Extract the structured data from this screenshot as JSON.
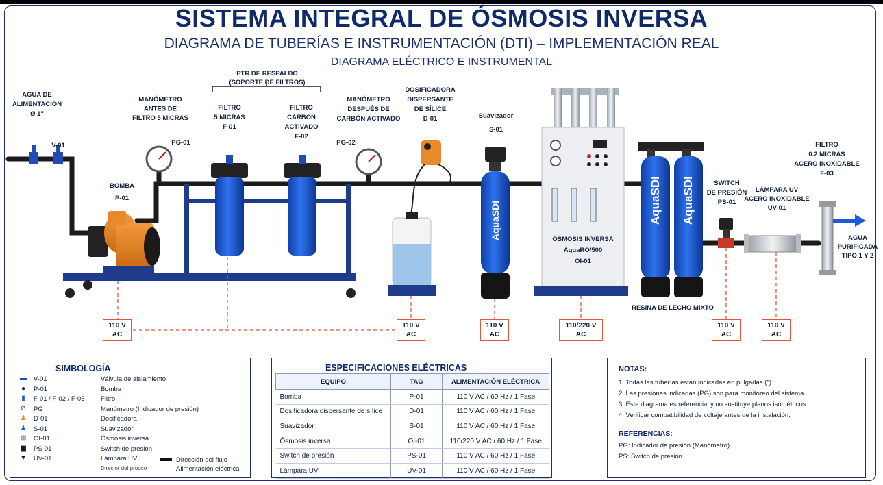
{
  "header": {
    "title": "SISTEMA INTEGRAL DE ÓSMOSIS INVERSA",
    "subtitle": "DIAGRAMA DE TUBERÍAS E INSTRUMENTACIÓN (DTI) – IMPLEMENTACIÓN REAL",
    "subtitle2": "DIAGRAMA ELÉCTRICO E INSTRUMENTAL"
  },
  "labels": {
    "feed": [
      "AGUA DE",
      "ALIMENTACIÓN",
      "Ø 1\""
    ],
    "valve": "V-01",
    "pump": [
      "BOMBA",
      "P-01"
    ],
    "pg01": [
      "MANÓMETRO",
      "ANTES DE",
      "FILTRO 5 MICRAS"
    ],
    "pg01_tag": "PG-01",
    "ptr": [
      "PTR DE RESPALDO",
      "(SOPORTE DE FILTROS)"
    ],
    "f01": [
      "FILTRO",
      "5 MICRAS",
      "F-01"
    ],
    "f02": [
      "FILTRO",
      "CARBÓN",
      "ACTIVADO",
      "F-02"
    ],
    "pg02": [
      "MANÓMETRO",
      "DESPUÉS DE",
      "CARBÓN ACTIVADO"
    ],
    "pg02_tag": "PG-02",
    "d01": [
      "DOSIFICADORA",
      "DISPERSANTE",
      "DE SÍLICE",
      "D-01"
    ],
    "s01": [
      "Suavizador",
      "S-01"
    ],
    "ro": [
      "ÓSMOSIS INVERSA",
      "AquaRO/500",
      "OI-01"
    ],
    "resin": "RESINA DE LECHO MIXTO",
    "ps01": [
      "SWITCH",
      "DE PRESIÓN",
      "PS-01"
    ],
    "uv01": [
      "LÁMPARA UV",
      "ACERO INOXIDABLE",
      "UV-01"
    ],
    "f03": [
      "FILTRO",
      "0.2 MICRAS",
      "ACERO INOXIDABLE",
      "F-03"
    ],
    "out": [
      "AGUA",
      "PURIFICADA",
      "TIPO 1 Y 2"
    ],
    "brand": "AquaSDI"
  },
  "power": {
    "p1": [
      "110 V",
      "AC"
    ],
    "p2": [
      "110 V",
      "AC"
    ],
    "p3": [
      "110 V",
      "AC"
    ],
    "p4": [
      "110/220 V",
      "AC"
    ],
    "p5": [
      "110 V",
      "AC"
    ],
    "p6": [
      "110 V",
      "AC"
    ]
  },
  "symbology": {
    "title": "SIMBOLOGÍA",
    "items": [
      {
        "tag": "V-01",
        "desc": "Válvula de aislamiento"
      },
      {
        "tag": "P-01",
        "desc": "Bomba"
      },
      {
        "tag": "F-01 / F-02 / F-03",
        "desc": "Filtro"
      },
      {
        "tag": "PG",
        "desc": "Manómetro (Indicador de presión)"
      },
      {
        "tag": "D-01",
        "desc": "Dosificadora"
      },
      {
        "tag": "S-01",
        "desc": "Suavizador"
      },
      {
        "tag": "OI-01",
        "desc": "Ósmosis inversa"
      },
      {
        "tag": "PS-01",
        "desc": "Switch de presión"
      },
      {
        "tag": "UV-01",
        "desc": "Lámpara UV"
      }
    ],
    "flow": "Dirección del flujo",
    "power": "Alimentación eléctrica",
    "extra": "Direcior del prodco"
  },
  "specs": {
    "title": "ESPECIFICACIONES ELÉCTRICAS",
    "headers": [
      "EQUIPO",
      "TAG",
      "ALIMENTACIÓN ELÉCTRICA"
    ],
    "rows": [
      [
        "Bomba",
        "P-01",
        "110 V AC / 60 Hz / 1 Fase"
      ],
      [
        "Dosificadora dispersante de sílice",
        "D-01",
        "110 V AC / 60 Hz / 1 Fase"
      ],
      [
        "Suavizador",
        "S-01",
        "110 V AC / 60 Hz / 1 Fase"
      ],
      [
        "Ósmosis inversa",
        "OI-01",
        "110/220 V AC / 60 Hz / 1 Fase"
      ],
      [
        "Switch de presión",
        "PS-01",
        "110 V AC / 60 Hz / 1 Fase"
      ],
      [
        "Lámpara UV",
        "UV-01",
        "110 V AC / 60 Hz / 1 Fase"
      ]
    ]
  },
  "notes": {
    "title": "NOTAS:",
    "items": [
      "1.   Todas las tuberías están indicadas en pulgadas (\").",
      "2.   Las presiones indicadas (PG) son para monitoreo del sistema.",
      "3.   Este diagrama es referencial y no sustituye planos isométricos.",
      "4.   Verificar compatibilidad de voltaje antes de la instalación."
    ],
    "ref_title": "REFERENCIAS:",
    "refs": [
      "PG: Indicador de presión (Manómetro)",
      "PS: Switch de presión"
    ]
  },
  "colors": {
    "navy": "#0f2a6b",
    "blue": "#1e5bd8",
    "pipe": "#1b1b1b",
    "power_line": "#e0573b",
    "orange": "#e8892b"
  }
}
